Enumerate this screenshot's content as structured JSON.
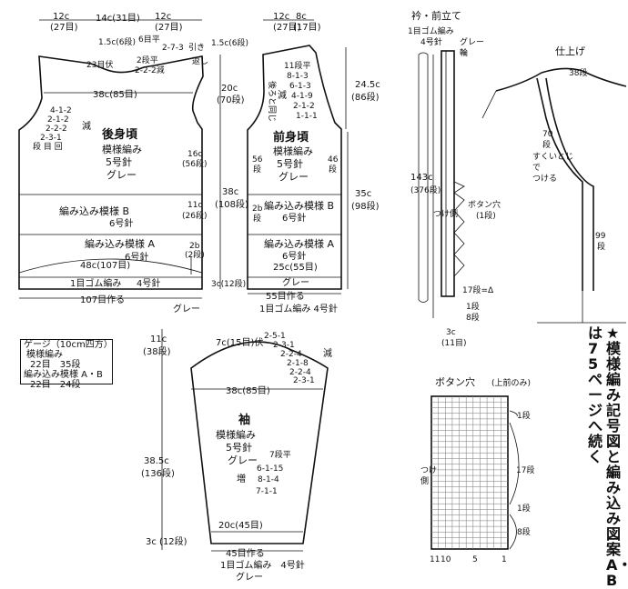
{
  "back": {
    "top_widths": [
      "12c",
      "14c(31目)",
      "12c"
    ],
    "top_counts": [
      "(27目)",
      "(27目)"
    ],
    "shoulder": [
      "1.5c(6段)",
      "6目平",
      "2-7-3",
      "引き",
      "返し"
    ],
    "neck": [
      "23目伏",
      "2段平",
      "2-2-2減"
    ],
    "width38": "38c(85目)",
    "armhole": [
      "4-1-2",
      "2-1-2",
      "2-2-2",
      "2-3-1",
      "段 目 回",
      "減"
    ],
    "title": "後身頃",
    "pattern": "模様編み",
    "needle": "5号針",
    "color": "グレー",
    "right_dims": [
      "16c",
      "(56段)",
      "11c",
      "(26段)",
      "2b",
      "(2段)"
    ],
    "band_b": "編み込み模様 B",
    "band_b_needle": "6号針",
    "band_a": "編み込み模様 A",
    "band_a_needle": "6号針",
    "width48": "48c(107目)",
    "rib": "1目ゴム編み",
    "rib_needle": "4号針",
    "cast_on": "107目作る",
    "gray": "グレー"
  },
  "left_dims": [
    "1.5c(6段)",
    "20c",
    "(70段)",
    "38c",
    "(108段)",
    "3c(12段)"
  ],
  "front": {
    "top_widths": [
      "12c",
      "8c"
    ],
    "top_counts": [
      "(27目)",
      "(17目)"
    ],
    "back_ref": [
      "後ろと同じ"
    ],
    "neck_dec": [
      "11段平",
      "8-1-3",
      "6-1-3",
      "4-1-9",
      "2-1-2",
      "1-1-1"
    ],
    "neck_mark": "減",
    "dim_right": [
      "24.5c",
      "(86段)"
    ],
    "title": "前身頃",
    "pattern": "模様編み",
    "needle": "5号針",
    "color": "グレー",
    "side_left": [
      "56",
      "段"
    ],
    "side_right": [
      "46",
      "段"
    ],
    "side_2b": [
      "2b",
      "段"
    ],
    "dim35": [
      "35c",
      "(98段)"
    ],
    "band_b": "編み込み模様 B",
    "band_b_needle": "6号針",
    "band_a": "編み込み模様 A",
    "band_a_needle": "6号針",
    "width25": "25c(55目)",
    "gray": "グレー",
    "cast_on": "55目作る",
    "rib": "1目ゴム編み 4号針"
  },
  "band": {
    "title": "衿・前立て",
    "rib": "1目ゴム編み",
    "needle": "4号針",
    "color": "グレー",
    "ring": "輪",
    "length": [
      "143c",
      "(376段)"
    ],
    "side_label": "つけ側",
    "buttonhole": "ボタン穴",
    "buttonhole_count": "(1段)",
    "rows_17": "17段=Δ",
    "rows_1": "1段",
    "rows_8": "8段",
    "bottom": [
      "3c",
      "(11目)"
    ]
  },
  "finish": {
    "title": "仕上げ",
    "rows38": "38段",
    "rows70": [
      "70",
      "段"
    ],
    "sew": [
      "すくいとじ",
      "で",
      "つける"
    ],
    "rows99": [
      "99",
      "段"
    ]
  },
  "gauge": {
    "title": "ゲージ（10cm四方）",
    "pattern": "模様編み",
    "pattern_val": "22目　35段",
    "jacquard": "編み込み模様 A・B",
    "jacquard_val": "22目　24段"
  },
  "sleeve": {
    "dim_top": [
      "11c",
      "(38段)"
    ],
    "cap": "7c(15目)伏",
    "cap_dec": [
      "2-5-1",
      "2-3-1",
      "2-2-4",
      "2-1-8",
      "2-2-4",
      "2-3-1"
    ],
    "cap_mark": "減",
    "width38": "38c(85目)",
    "title": "袖",
    "pattern": "模様編み",
    "needle": "5号針",
    "color": "グレー",
    "inc": [
      "7段平",
      "6-1-15",
      "8-1-4",
      "7-1-1"
    ],
    "inc_mark": "増",
    "length": [
      "38.5c",
      "(136段)"
    ],
    "width20": "20c(45目)",
    "rib_dim": "3c (12段)",
    "cast_on": "45目作る",
    "rib": "1目ゴム編み　4号針",
    "gray": "グレー"
  },
  "buttonhole_chart": {
    "title": "ボタン穴",
    "subtitle": "(上前のみ)",
    "side": [
      "つけ",
      "側"
    ],
    "cols": [
      "11",
      "10",
      "5",
      "1"
    ],
    "rows": [
      "1段",
      "17段",
      "1段",
      "8段"
    ]
  },
  "note": {
    "line1": "★模様編み記号図と編み込み図案A・B",
    "line2": "は75ページへ続く"
  }
}
